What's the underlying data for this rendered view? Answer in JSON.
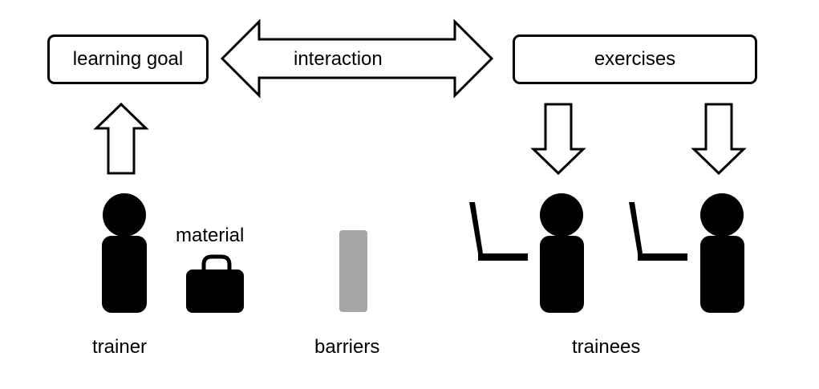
{
  "labels": {
    "learning_goal": "learning goal",
    "interaction": "interaction",
    "exercises": "exercises",
    "material": "material",
    "trainer": "trainer",
    "barriers": "barriers",
    "trainees": "trainees"
  },
  "icons": {
    "trainer": "person-icon",
    "material": "briefcase-icon",
    "barrier": "barrier-block",
    "trainee": "person-icon",
    "laptop": "laptop-icon"
  },
  "colors": {
    "stroke": "#000000",
    "fill": "#000000",
    "barrier": "#a6a6a6",
    "background": "#ffffff"
  }
}
